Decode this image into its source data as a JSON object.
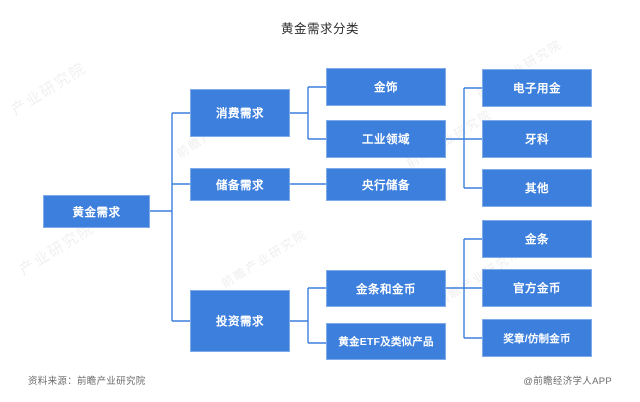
{
  "title": "黄金需求分类",
  "colors": {
    "node_fill": "#3d7fdd",
    "node_text": "#ffffff",
    "connector": "#3d7fdd",
    "title_text": "#2b2b2b",
    "footer_text": "#6b6b6b",
    "background": "#ffffff"
  },
  "diagram": {
    "type": "tree",
    "orientation": "left-to-right",
    "root": {
      "label": "黄金需求",
      "children": [
        {
          "label": "消费需求",
          "children": [
            {
              "label": "金饰",
              "children": []
            },
            {
              "label": "工业领域",
              "children": [
                {
                  "label": "电子用金",
                  "children": []
                },
                {
                  "label": "牙科",
                  "children": []
                },
                {
                  "label": "其他",
                  "children": []
                }
              ]
            }
          ]
        },
        {
          "label": "储备需求",
          "children": [
            {
              "label": "央行储备",
              "children": []
            }
          ]
        },
        {
          "label": "投资需求",
          "children": [
            {
              "label": "金条和金币",
              "children": [
                {
                  "label": "金条",
                  "children": []
                },
                {
                  "label": "官方金币",
                  "children": []
                },
                {
                  "label": "奖章/仿制金币",
                  "children": []
                }
              ]
            },
            {
              "label": "黄金ETF及类似产品",
              "children": []
            }
          ]
        }
      ]
    }
  },
  "nodes": {
    "root": "黄金需求",
    "consumer": "消费需求",
    "reserve": "储备需求",
    "investment": "投资需求",
    "jewelry": "金饰",
    "industrial": "工业领域",
    "central_bank": "央行储备",
    "bars_coins": "金条和金币",
    "etf": "黄金ETF及类似产品",
    "electronics": "电子用金",
    "dental": "牙科",
    "other": "其他",
    "gold_bar": "金条",
    "official_coin": "官方金币",
    "medal_coin": "奖章/仿制金币"
  },
  "footer": {
    "source": "资料来源：前瞻产业研究院",
    "attribution": "@前瞻经济学人APP"
  },
  "watermarks": {
    "institute": "前瞻产业研究院",
    "institute_alt": "产业研究院"
  }
}
